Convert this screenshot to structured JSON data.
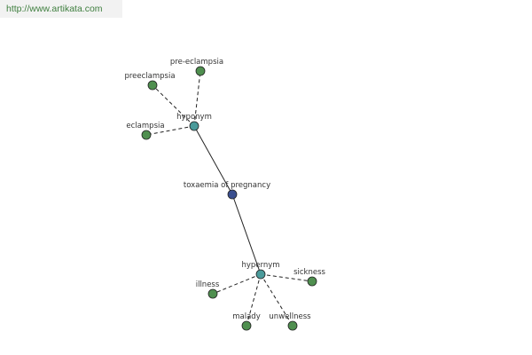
{
  "watermark": {
    "url": "http://www.artikata.com"
  },
  "colors": {
    "root": "#3a4f8f",
    "relation": "#4a9a9a",
    "term": "#4f8f4f",
    "edge": "#222222"
  },
  "graph": {
    "root": "toxaemia of pregnancy",
    "relations": [
      {
        "label": "hyponym",
        "terms": [
          "pre-eclampsia",
          "preeclampsia",
          "eclampsia"
        ]
      },
      {
        "label": "hypernym",
        "terms": [
          "sickness",
          "illness",
          "malady",
          "unwellness"
        ]
      }
    ]
  }
}
